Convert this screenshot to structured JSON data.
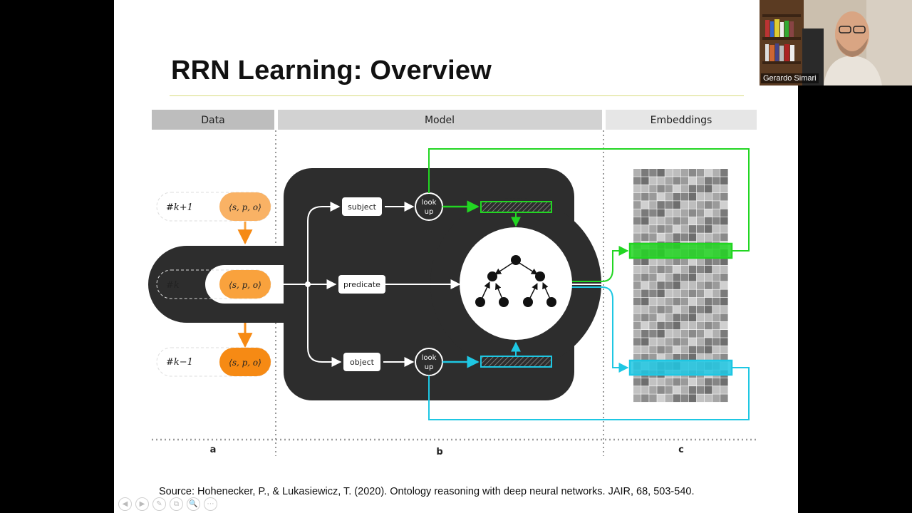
{
  "slide": {
    "title": "RRN Learning: Overview",
    "source": "Source: Hohenecker, P., & Lukasiewicz, T. (2020). Ontology reasoning with deep neural networks. JAIR, 68, 503-540."
  },
  "diagram": {
    "sections": [
      "Data",
      "Model",
      "Embeddings"
    ],
    "panel_letters": [
      "a",
      "b",
      "c"
    ],
    "data_rows": [
      {
        "index": "#k+1",
        "triple": "⟨s, p, o⟩",
        "color": "#f9b265"
      },
      {
        "index": "#k",
        "triple": "⟨s, p, o⟩",
        "color": "#f9a23d"
      },
      {
        "index": "#k−1",
        "triple": "⟨s, p, o⟩",
        "color": "#f68a14"
      }
    ],
    "model_labels": {
      "subject": "subject",
      "predicate": "predicate",
      "object": "object",
      "lookup_line1": "look",
      "lookup_line2": "up"
    },
    "colors": {
      "subject_path": "#22d622",
      "object_path": "#1ec7e3",
      "model_body": "#2d2d2d",
      "header_data": "#bdbdbd",
      "header_model": "#d2d2d2",
      "header_embeddings": "#e6e6e6"
    }
  },
  "webcam": {
    "participant_name": "Gerardo Simari"
  },
  "controls": [
    "◀",
    "▶",
    "✎",
    "⧉",
    "🔍",
    "⋯"
  ]
}
